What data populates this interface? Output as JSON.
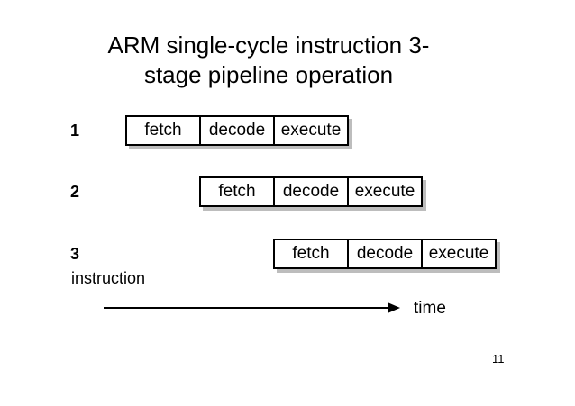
{
  "slide": {
    "title": {
      "line1": "ARM single-cycle instruction 3-",
      "line2": "stage pipeline operation"
    },
    "rows": [
      {
        "label": "1",
        "stages": [
          "fetch",
          "decode",
          "execute"
        ]
      },
      {
        "label": "2",
        "stages": [
          "fetch",
          "decode",
          "execute"
        ]
      },
      {
        "label": "3",
        "stages": [
          "fetch",
          "decode",
          "execute"
        ]
      }
    ],
    "axis": {
      "y_label": "instruction",
      "x_label": "time"
    },
    "page_number": "11",
    "colors": {
      "background": "#ffffff",
      "text": "#000000",
      "box_border": "#000000",
      "box_shadow": "#bdbdbd"
    }
  }
}
